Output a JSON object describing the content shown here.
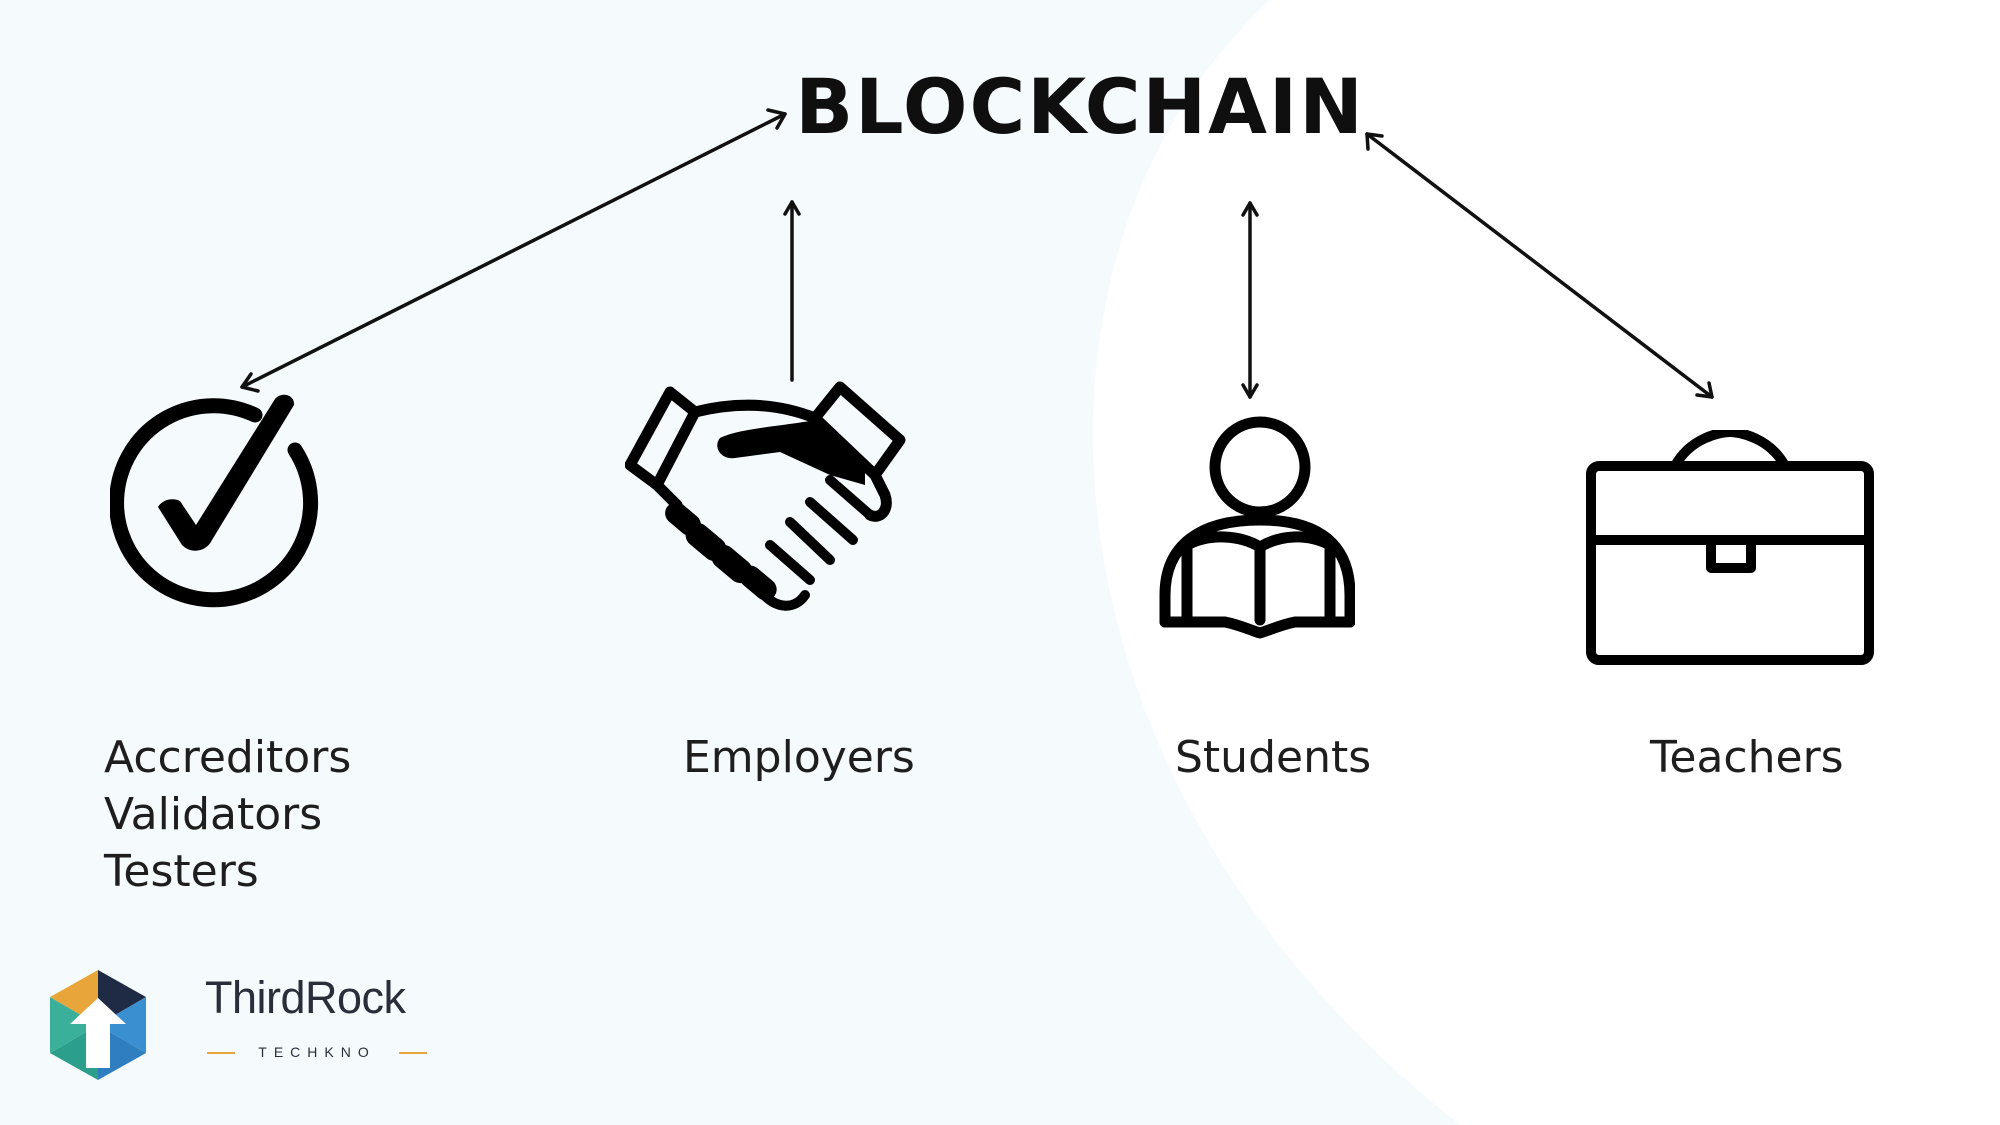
{
  "diagram": {
    "title": "BLOCKCHAIN",
    "nodes": [
      {
        "id": "accreditors",
        "icon": "checkmark-circle-icon",
        "lines": [
          "Accreditors",
          "Validators",
          "Testers"
        ],
        "connection": "bidirectional"
      },
      {
        "id": "employers",
        "icon": "handshake-icon",
        "lines": [
          "Employers"
        ],
        "connection": "to-blockchain"
      },
      {
        "id": "students",
        "icon": "student-reading-icon",
        "lines": [
          "Students"
        ],
        "connection": "bidirectional"
      },
      {
        "id": "teachers",
        "icon": "briefcase-icon",
        "lines": [
          "Teachers"
        ],
        "connection": "bidirectional"
      }
    ]
  },
  "logo": {
    "name": "ThirdRock",
    "subtitle": "TECHKNO",
    "colors": [
      "#e8a53a",
      "#2b9e8c",
      "#3a8fd0",
      "#1f2a44"
    ]
  },
  "colors": {
    "background": "#f5fafc",
    "curve": "#ffffff",
    "ink": "#111111"
  }
}
